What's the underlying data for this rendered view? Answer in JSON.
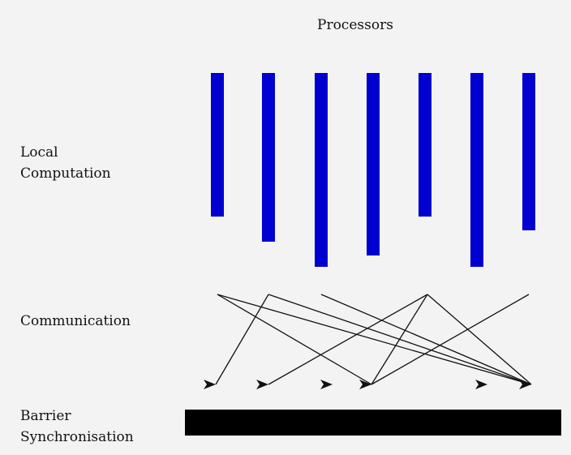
{
  "title": "Processors",
  "stages": {
    "local_computation": "Local\nComputation",
    "communication": "Communication",
    "barrier_synchronisation": "Barrier\nSynchronisation"
  },
  "colors": {
    "processor_bar": "#0000d0",
    "barrier": "#000000",
    "arrow": "#111111",
    "background": "#f3f3f3"
  },
  "processors": [
    {
      "id": "p1",
      "computation_relative": 0.74
    },
    {
      "id": "p2",
      "computation_relative": 0.87
    },
    {
      "id": "p3",
      "computation_relative": 1.0
    },
    {
      "id": "p4",
      "computation_relative": 0.94
    },
    {
      "id": "p5",
      "computation_relative": 0.74
    },
    {
      "id": "p6",
      "computation_relative": 1.0
    },
    {
      "id": "p7",
      "computation_relative": 0.81
    }
  ],
  "messages": [
    {
      "from": "p1",
      "to": "p4"
    },
    {
      "from": "p1",
      "to": "p7"
    },
    {
      "from": "p2",
      "to": "p1"
    },
    {
      "from": "p2",
      "to": "p6"
    },
    {
      "from": "p3",
      "to": "p6"
    },
    {
      "from": "p5",
      "to": "p2"
    },
    {
      "from": "p5",
      "to": "p4"
    },
    {
      "from": "p5",
      "to": "p6"
    },
    {
      "from": "p7",
      "to": "p4"
    }
  ]
}
